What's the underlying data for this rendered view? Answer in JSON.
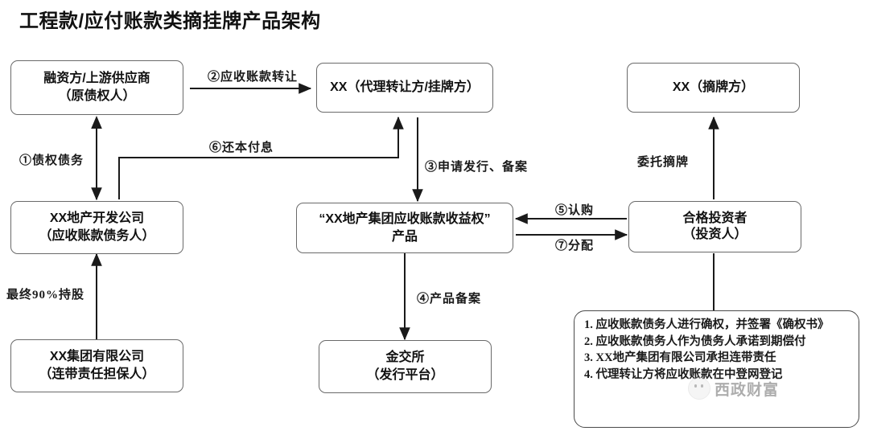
{
  "title": "工程款/应付账款类摘挂牌产品架构",
  "nodes": {
    "financier": {
      "line1": "融资方/上游供应商",
      "line2": "（原债权人）"
    },
    "agent": {
      "line1": "XX（代理转让方/挂牌方）",
      "line2": ""
    },
    "bidder": {
      "line1": "XX（摘牌方）",
      "line2": ""
    },
    "developer": {
      "line1": "XX地产开发公司",
      "line2": "（应收账款债务人）"
    },
    "product": {
      "line1": "“XX地产集团应收账款收益权”",
      "line2": "产品"
    },
    "investor": {
      "line1": "合格投资者",
      "line2": "（投资人）"
    },
    "group": {
      "line1": "XX集团有限公司",
      "line2": "（连带责任担保人）"
    },
    "exchange": {
      "line1": "金交所",
      "line2": "（发行平台）"
    }
  },
  "edges": {
    "e1": "①债权债务",
    "e2": "②应收账款转让",
    "e3": "③申请发行、备案",
    "e4": "④产品备案",
    "e5": "⑤认购",
    "e6": "⑥还本付息",
    "e7": "⑦分配",
    "entrust": "委托摘牌",
    "holding": "最终90%持股"
  },
  "note": {
    "items": [
      "1. 应收账款债务人进行确权，并签署《确权书》",
      "2. 应收账款债务人作为债务人承诺到期偿付",
      "3. XX地产集团有限公司承担连带责任",
      "4. 代理转让方将应收账款在中登网登记"
    ]
  },
  "watermark": {
    "text": "西政财富"
  },
  "colors": {
    "stroke": "#6a6a6a",
    "line": "#1a1a1a",
    "text": "#111111",
    "background": "#ffffff"
  }
}
